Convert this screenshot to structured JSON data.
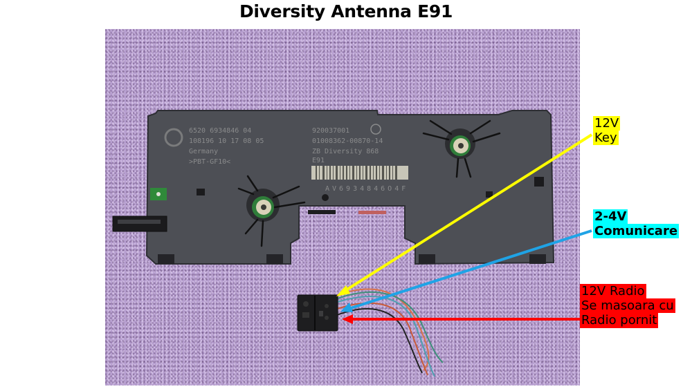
{
  "title": "Diversity Antenna E91",
  "photo": {
    "description": "BMW E91 diversity antenna module on purple towel with connector",
    "module_label": {
      "line1": "6520 6934846 04",
      "line2": "108196 10",
      "line3": "Germany",
      "line4": ">PBT-GF10<",
      "date": "17 08 05",
      "part_a": "920037001",
      "part_b": "01008362-00870-14",
      "part_c": "ZB Diversity 868",
      "part_d": "E91",
      "barcode_text": "AV6934846O4F"
    }
  },
  "annotations": [
    {
      "id": "key",
      "lines": [
        "12V",
        "Key"
      ],
      "bg_color": "#ffff00",
      "arrow_color": "#ffff00",
      "bold": false
    },
    {
      "id": "comm",
      "lines": [
        "2-4V",
        "Comunicare"
      ],
      "bg_color": "#00ffff",
      "arrow_color": "#1fa3e6",
      "bold": true
    },
    {
      "id": "radio",
      "lines": [
        "12V Radio",
        "Se masoara cu",
        "Radio pornit"
      ],
      "bg_color": "#ff0000",
      "arrow_color": "#ff0000",
      "bold": false
    }
  ],
  "colors": {
    "background": "#ffffff",
    "towel": "#b79fd0",
    "module": "#4a4c52"
  }
}
